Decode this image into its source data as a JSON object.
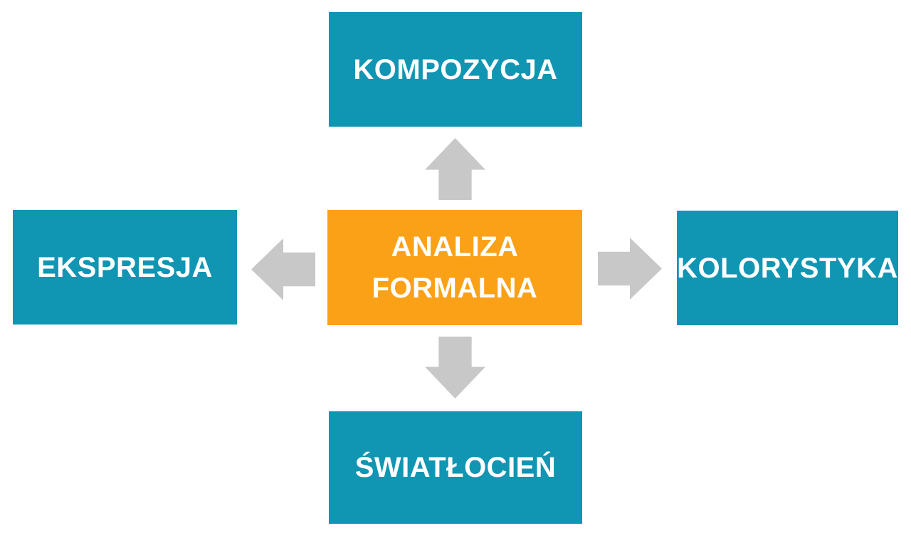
{
  "colors": {
    "background": "#FFFFFF",
    "node_fill": "#1095B2",
    "center_fill": "#FAA118",
    "arrow_fill": "#C8C8C8",
    "label_text": "#FFFFFF"
  },
  "diagram": {
    "center": {
      "label": "ANALIZA FORMALNA",
      "lines": [
        "ANALIZA",
        "FORMALNA"
      ]
    },
    "nodes": [
      {
        "id": "top",
        "label": "KOMPOZYCJA"
      },
      {
        "id": "left",
        "label": "EKSPRESJA"
      },
      {
        "id": "right",
        "label": "KOLORYSTYKA"
      },
      {
        "id": "bottom",
        "label": "ŚWIATŁOCIEŃ"
      }
    ],
    "arrows": [
      {
        "icon": "up-arrow-icon",
        "from": "center",
        "to": "top"
      },
      {
        "icon": "left-arrow-icon",
        "from": "center",
        "to": "left"
      },
      {
        "icon": "right-arrow-icon",
        "from": "center",
        "to": "right"
      },
      {
        "icon": "down-arrow-icon",
        "from": "center",
        "to": "bottom"
      }
    ]
  }
}
